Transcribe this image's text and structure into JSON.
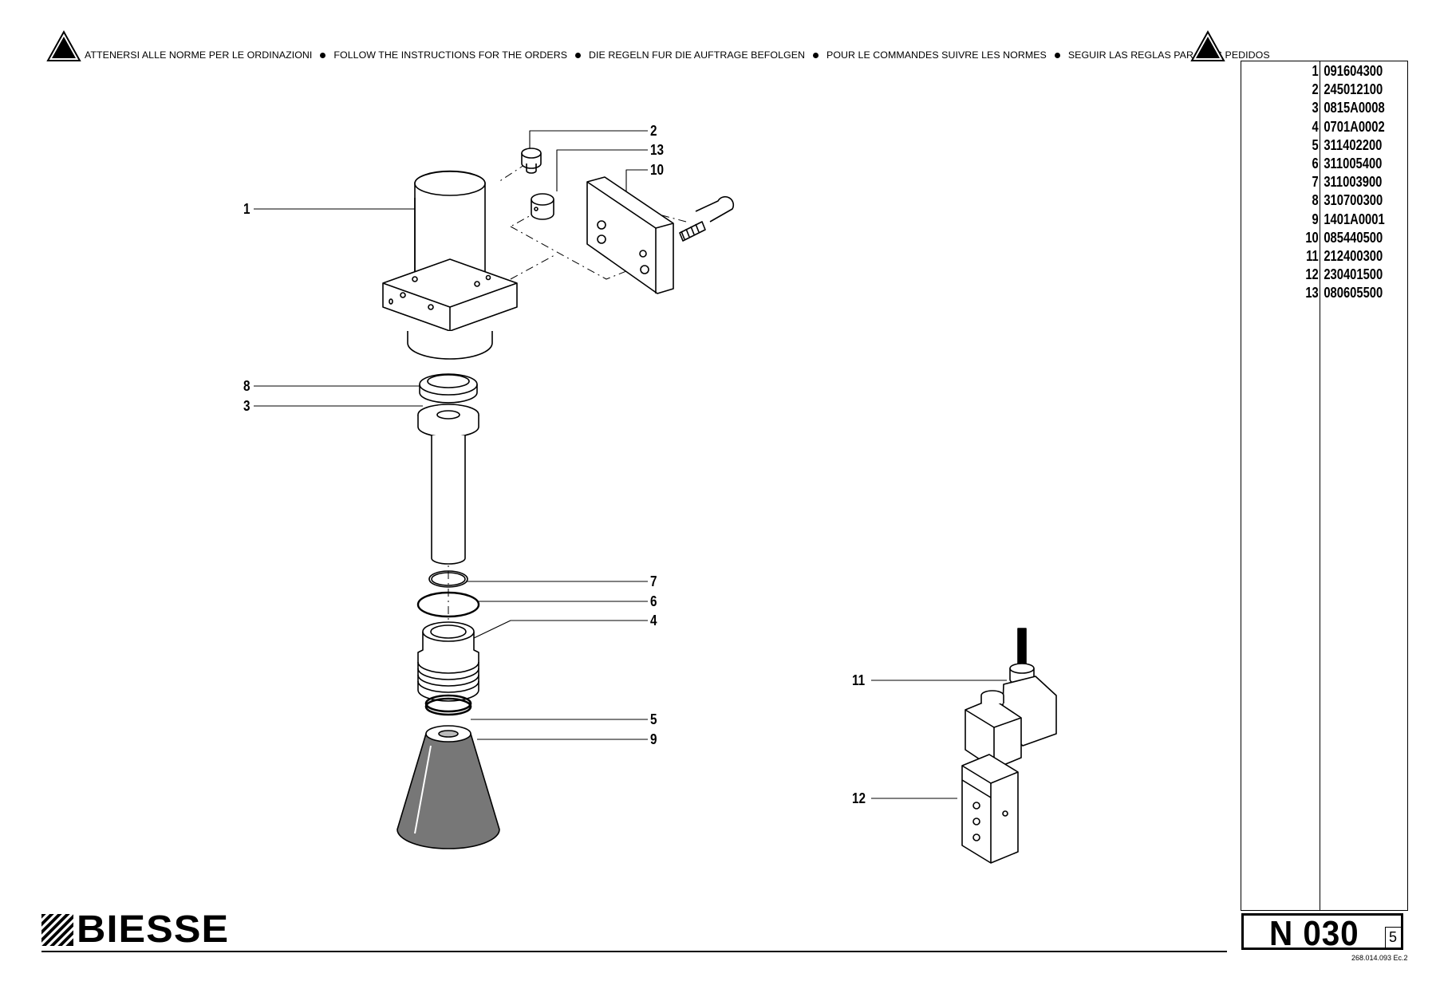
{
  "header": {
    "banner_items": [
      "ATTENERSI ALLE NORME PER LE ORDINAZIONI",
      "FOLLOW THE INSTRUCTIONS FOR THE ORDERS",
      "DIE REGELN FUR DIE AUFTRAGE BEFOLGEN",
      "POUR LE COMMANDES SUIVRE LES NORMES",
      "SEGUIR LAS REGLAS PARA LOS PEDIDOS"
    ],
    "icons": [
      "warning-triangle-icon",
      "warning-triangle-icon"
    ]
  },
  "parts": [
    {
      "num": "1",
      "code": "091604300"
    },
    {
      "num": "2",
      "code": "245012100"
    },
    {
      "num": "3",
      "code": "0815A0008"
    },
    {
      "num": "4",
      "code": "0701A0002"
    },
    {
      "num": "5",
      "code": "311402200"
    },
    {
      "num": "6",
      "code": "311005400"
    },
    {
      "num": "7",
      "code": "311003900"
    },
    {
      "num": "8",
      "code": "310700300"
    },
    {
      "num": "9",
      "code": "1401A0001"
    },
    {
      "num": "10",
      "code": "085440500"
    },
    {
      "num": "11",
      "code": "212400300"
    },
    {
      "num": "12",
      "code": "230401500"
    },
    {
      "num": "13",
      "code": "080605500"
    }
  ],
  "drawing": {
    "callouts": [
      "1",
      "2",
      "13",
      "10",
      "8",
      "3",
      "7",
      "6",
      "4",
      "5",
      "9",
      "11",
      "12"
    ]
  },
  "footer": {
    "logo_text": "BIESSE",
    "table_code": "N 030",
    "page_number": "5",
    "reference": "268.014.093 Ec.2"
  }
}
